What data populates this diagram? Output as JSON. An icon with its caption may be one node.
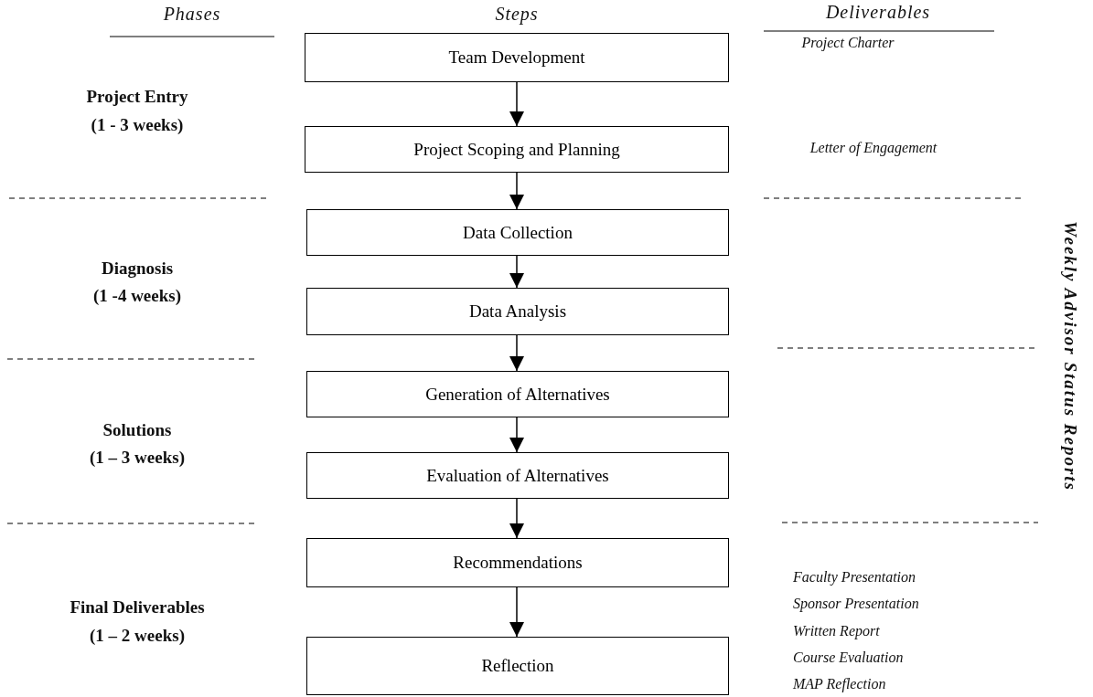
{
  "diagram": {
    "nodes": [
      {
        "text": [
          "Team Development"
        ]
      },
      {
        "text": [
          "Project Scoping and Planning"
        ]
      },
      {
        "text": [
          "Data Collection"
        ]
      },
      {
        "text": [
          "Data Analysis"
        ]
      },
      {
        "text": [
          "Generation of Alternatives"
        ]
      },
      {
        "text": [
          "Evaluation of Alternatives"
        ]
      },
      {
        "text": [
          "Recommendations"
        ]
      },
      {
        "text": [
          "Reflection"
        ]
      }
    ],
    "edges": [
      {
        "from": 0,
        "to": 1,
        "arrow": "to"
      },
      {
        "from": 1,
        "to": 2,
        "arrow": "to"
      },
      {
        "from": 2,
        "to": 3,
        "arrow": "to"
      },
      {
        "from": 3,
        "to": 4,
        "arrow": "to"
      },
      {
        "from": 4,
        "to": 5,
        "arrow": "to"
      },
      {
        "from": 5,
        "to": 6,
        "arrow": "to"
      },
      {
        "from": 6,
        "to": 7,
        "arrow": "to"
      }
    ],
    "labels": [
      "Phases",
      "Steps",
      "Deliverables",
      "Project Charter",
      "Project Entry",
      "(1 - 3 weeks)",
      "Letter of Engagement",
      "Diagnosis",
      "(1 -4 weeks)",
      "Weekly Advisor Status Reports",
      "Solutions",
      "(1 – 3 weeks)",
      "Faculty Presentation",
      "Sponsor Presentation",
      "Final Deliverables",
      "Written Report",
      "(1 – 2 weeks)",
      "Course Evaluation",
      "MAP Reflection"
    ]
  }
}
